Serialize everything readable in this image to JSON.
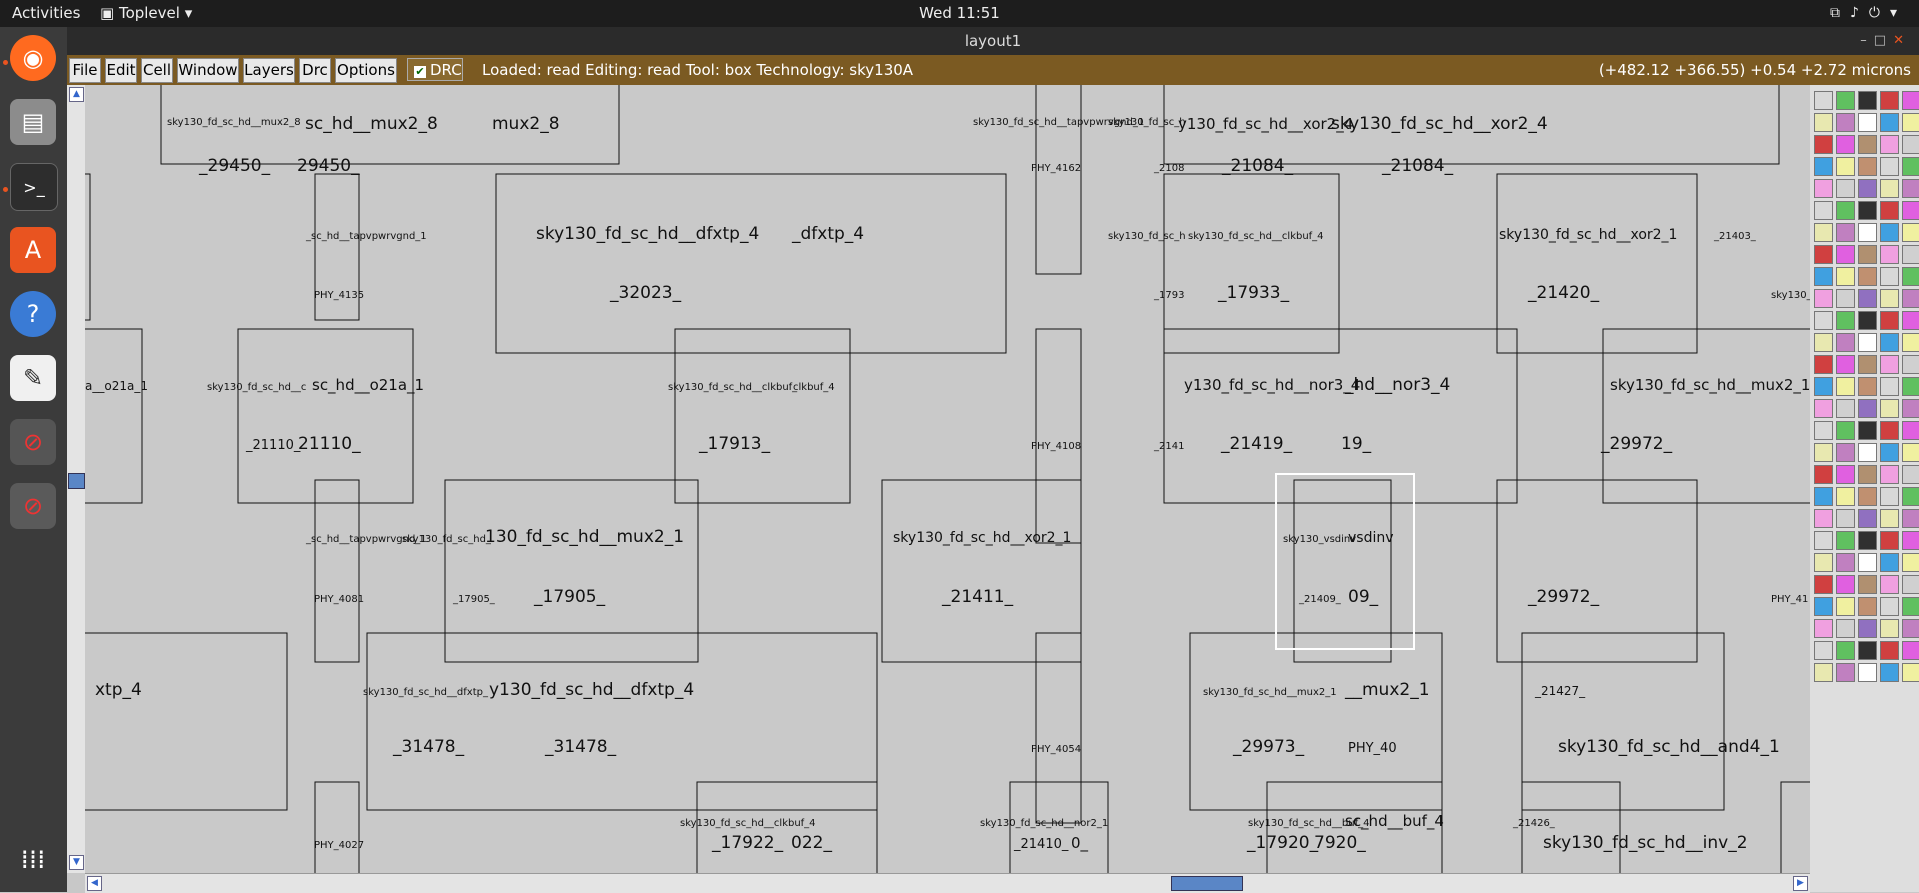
{
  "topbar": {
    "activities": "Activities",
    "app_menu": "Toplevel",
    "clock": "Wed 11:51"
  },
  "window": {
    "title": "layout1"
  },
  "menu": {
    "items": [
      "File",
      "Edit",
      "Cell",
      "Window",
      "Layers",
      "Drc",
      "Options"
    ],
    "drc_toggle": "DRC"
  },
  "status": {
    "text": "Loaded: read Editing: read Tool: box  Technology: sky130A",
    "coords": "(+482.12 +366.55) +0.54 +2.72 microns"
  },
  "colors": {
    "accent": "#7b5a22",
    "canvas": "#c9c9c9",
    "selection": "#ffffff",
    "dock": "#3b3b3b"
  },
  "dock_icons": [
    "firefox-icon",
    "files-icon",
    "terminal-icon",
    "software-icon",
    "help-icon",
    "text-editor-icon",
    "app-icon",
    "app-icon",
    "grid-icon"
  ],
  "layout_labels": [
    "sky130_fd_sc_hd__mux2_8",
    "sc_hd__mux2_8",
    "mux2_8",
    "_29450_",
    "29450_",
    "_sc_hd__tapvpwrvgnd_1",
    "PHY_4135",
    "sky130_fd_sc_hd__dfxtp_4",
    "_dfxtp_4",
    "_32023_",
    "a__o21a_1",
    "sky130_fd_sc_hd__c",
    "sc_hd__o21a_1",
    "_21110_",
    "21110_",
    "sky130_fd_sc_hd__clkbuf_",
    "clkbuf_4",
    "_17913_",
    "_sc_hd__tapvpwrvgnd_1",
    "PHY_4081",
    "sky130_fd_sc_hd_",
    "130_fd_sc_hd__mux2_1",
    "_17905_",
    "_17905_",
    "xtp_4",
    "sky130_fd_sc_hd__dfxtp_",
    "y130_fd_sc_hd__dfxtp_4",
    "_31478_",
    "_31478_",
    "PHY_4027",
    "sky130_fd_sc_hd__clkbuf_4",
    "_17922_",
    "022_",
    "sky130_fd_sc_hd__tapvpwrvgnd_1",
    "PHY_4162",
    "PHY_4108",
    "sky130_fd_sc_hd__xor2_1",
    "_21411_",
    "PHY_4054",
    "sky130_fd_sc_hd__nor2_1",
    "_21410_",
    "0_",
    "sky130_fd_sc_h",
    "y130_fd_sc_hd__xor2_4",
    "sky130_fd_sc_hd__xor2_4",
    "_2108",
    "_21084_",
    "_21084_",
    "sky130_fd_sc_h",
    "sky130_fd_sc_hd__clkbuf_4",
    "_1793",
    "_17933_",
    "y130_fd_sc_hd__nor3_4",
    "_hd__nor3_4",
    "_2141",
    "_21419_",
    "19_",
    "sky130_vsdinv",
    "vsdinv",
    "_21409_",
    "09_",
    "sky130_fd_sc_hd__mux2_1",
    "__mux2_1",
    "_29973_",
    "sky130_fd_sc_hd__buf_4",
    "sc_hd__buf_4",
    "_17920_",
    "7920_",
    "sky130_fd_sc_hd__xor2_1",
    "_21420_",
    "sky130_fd_sc_hd__mux2_1",
    "_29972_",
    "_29972_",
    "_21427_",
    "sky130_fd_sc_hd__and4_1",
    "_21426_",
    "sky130_fd_sc_hd__inv_2",
    "_21403_",
    "sky130_fd_sc_hd_",
    "PHY_41",
    "PHY_40",
    "_"
  ]
}
